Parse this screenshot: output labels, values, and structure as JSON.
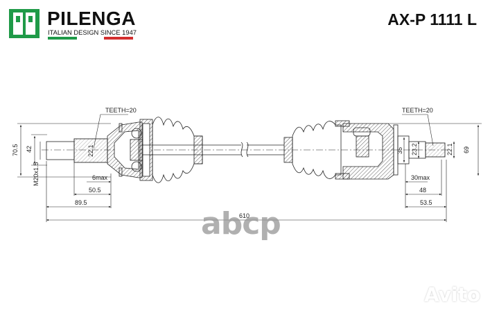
{
  "brand": {
    "name": "PILENGA",
    "tagline": "ITALIAN DESIGN SINCE 1947",
    "colors": {
      "green": "#1f9a48",
      "red": "#d32f2f"
    }
  },
  "part_number": "AX-P 1111 L",
  "drawing": {
    "left_joint": {
      "teeth_label": "TEETH=20",
      "dims": {
        "outer_dia": "70.5",
        "seat_dia": "42",
        "spline_dia": "22.1",
        "thread": "M20x1.5",
        "gap": "6max",
        "spline_len": "50.5",
        "stub_len": "89.5"
      }
    },
    "right_joint": {
      "teeth_label": "TEETH=20",
      "dims": {
        "flange_dia": "35",
        "shaft_dia": "23.2",
        "spline_dia": "22.1",
        "outer_dia": "69",
        "gap": "30max",
        "spline_len": "48",
        "stub_len": "53.5"
      }
    },
    "overall_length": "610"
  },
  "watermarks": {
    "center": "abcp",
    "corner": "Avito"
  }
}
